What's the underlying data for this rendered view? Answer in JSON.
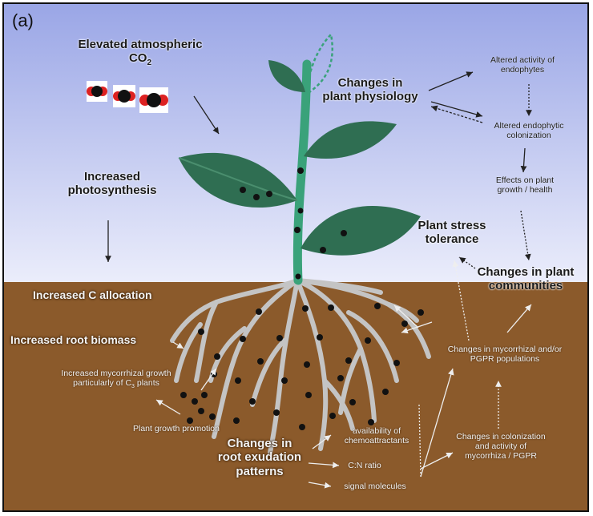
{
  "panel_label": "(a)",
  "colors": {
    "sky_top": "#9aa6e6",
    "sky_bottom": "#e9ebfb",
    "soil": "#8b5a2b",
    "leaf": "#2f6e52",
    "stem": "#3aa27a",
    "root": "#c7c7c7",
    "dot": "#111111"
  },
  "icons": [
    "co2-molecule-icon",
    "co2-molecule-icon",
    "co2-molecule-icon"
  ],
  "labels": {
    "elevated_co2_line1": "Elevated atmospheric",
    "elevated_co2_line2": "CO",
    "elevated_co2_sub": "2",
    "increased_photosynthesis_line1": "Increased",
    "increased_photosynthesis_line2": "photosynthesis",
    "plant_physiology_line1": "Changes in",
    "plant_physiology_line2": "plant physiology",
    "altered_activity_line1": "Altered activity of",
    "altered_activity_line2": "endophytes",
    "altered_colonization_line1": "Altered endophytic",
    "altered_colonization_line2": "colonization",
    "effects_line1": "Effects on plant",
    "effects_line2": "growth / health",
    "stress_line1": "Plant stress",
    "stress_line2": "tolerance",
    "communities_line1": "Changes in plant",
    "communities_line2": "communities",
    "c_allocation": "Increased C allocation",
    "root_biomass": "Increased root biomass",
    "mycorrhizal_line1": "Increased mycorrhizal growth",
    "mycorrhizal_line2": "particularly of C",
    "mycorrhizal_sub": "3",
    "mycorrhizal_line2_end": " plants",
    "growth_promotion": "Plant growth promotion",
    "exudation_line1": "Changes in",
    "exudation_line2": "root exudation",
    "exudation_line3": "patterns",
    "chemo_line1": "availability of",
    "chemo_line2": "chemoattractants",
    "cn_ratio": "C:N ratio",
    "signal": "signal molecules",
    "mycorrhizal_pop_line1": "Changes in mycorrhizal and/or",
    "mycorrhizal_pop_line2": "PGPR populations",
    "colonization_line1": "Changes in colonization",
    "colonization_line2": "and activity of",
    "colonization_line3": "mycorrhiza / PGPR"
  }
}
